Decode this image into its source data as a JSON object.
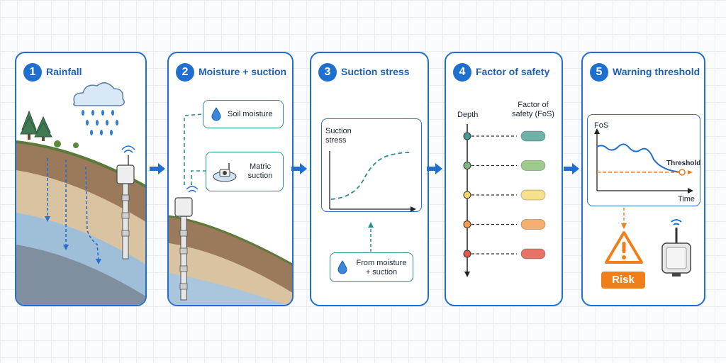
{
  "panels": [
    {
      "number": "1",
      "title": "Rainfall"
    },
    {
      "number": "2",
      "title": "Moisture + suction"
    },
    {
      "number": "3",
      "title": "Suction stress"
    },
    {
      "number": "4",
      "title": "Factor of safety"
    },
    {
      "number": "5",
      "title": "Warning threshold"
    }
  ],
  "panel2": {
    "soil_moisture_label": "Soil moisture",
    "matric_suction_label": "Matric\nsuction"
  },
  "panel3": {
    "axis_label": "Suction\nstress",
    "source_label": "From moisture\n+ suction"
  },
  "panel4": {
    "depth_label": "Depth",
    "fos_label": "Factor of\nsafety (FoS)",
    "levels": [
      {
        "node_color": "#3f9c92",
        "pill_color": "#6fb3a8"
      },
      {
        "node_color": "#7db77a",
        "pill_color": "#9ccb8c"
      },
      {
        "node_color": "#f2d36b",
        "pill_color": "#f7e08c"
      },
      {
        "node_color": "#f29a4a",
        "pill_color": "#f5b070"
      },
      {
        "node_color": "#e0574b",
        "pill_color": "#e87266"
      }
    ]
  },
  "panel5": {
    "y_label": "FoS",
    "x_label": "Time",
    "threshold_label": "Threshold",
    "risk_label": "Risk"
  },
  "colors": {
    "accent": "#1f6fd1",
    "teal": "#2f8f8a",
    "orange": "#f07f1a"
  }
}
